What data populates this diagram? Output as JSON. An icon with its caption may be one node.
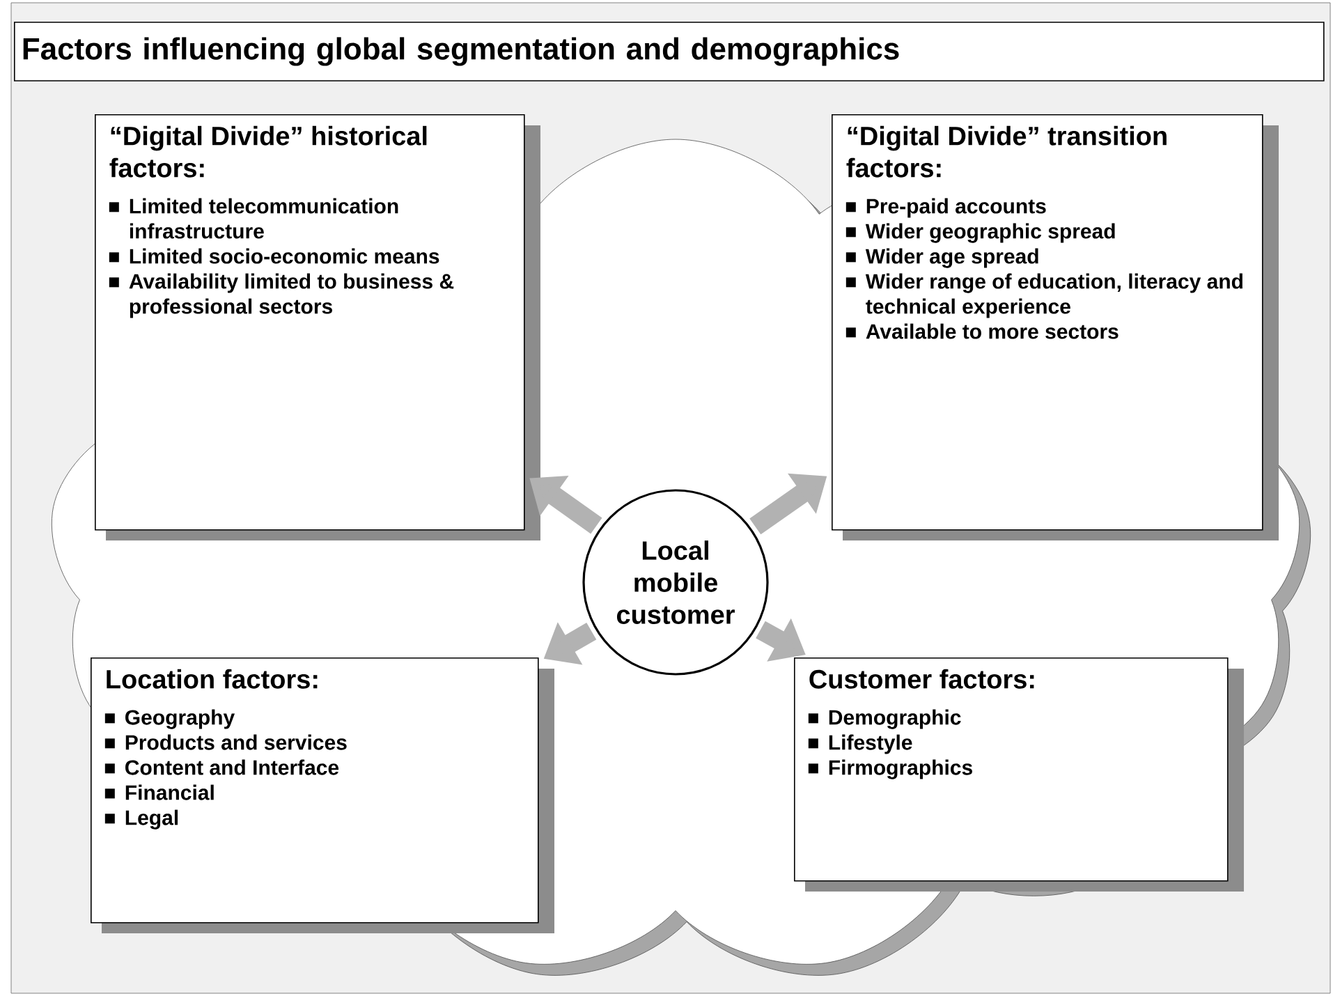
{
  "diagram": {
    "title": "Factors influencing global segmentation and demographics",
    "nodes": [
      {
        "text": [
          "“Digital Divide” historical factors:",
          "Limited telecommunication infrastructure",
          "Limited socio-economic means",
          "Availability limited to business & professional sectors"
        ]
      },
      {
        "text": [
          "“Digital Divide” transition factors:",
          "Pre-paid accounts",
          "Wider geographic spread",
          "Wider age spread",
          "Wider range of education, literacy and technical experience",
          "Available to more sectors"
        ]
      },
      {
        "text": [
          "Local mobile customer"
        ]
      },
      {
        "text": [
          "Location factors:",
          "Geography",
          "Products and services",
          "Content and Interface",
          "Financial",
          "Legal"
        ]
      },
      {
        "text": [
          "Customer factors:",
          "Demographic",
          "Lifestyle",
          "Firmographics"
        ]
      }
    ],
    "edges": [
      {
        "from": 2,
        "to": 0,
        "arrow": "to"
      },
      {
        "from": 2,
        "to": 1,
        "arrow": "to"
      },
      {
        "from": 2,
        "to": 3,
        "arrow": "to"
      },
      {
        "from": 2,
        "to": 4,
        "arrow": "to"
      }
    ]
  }
}
